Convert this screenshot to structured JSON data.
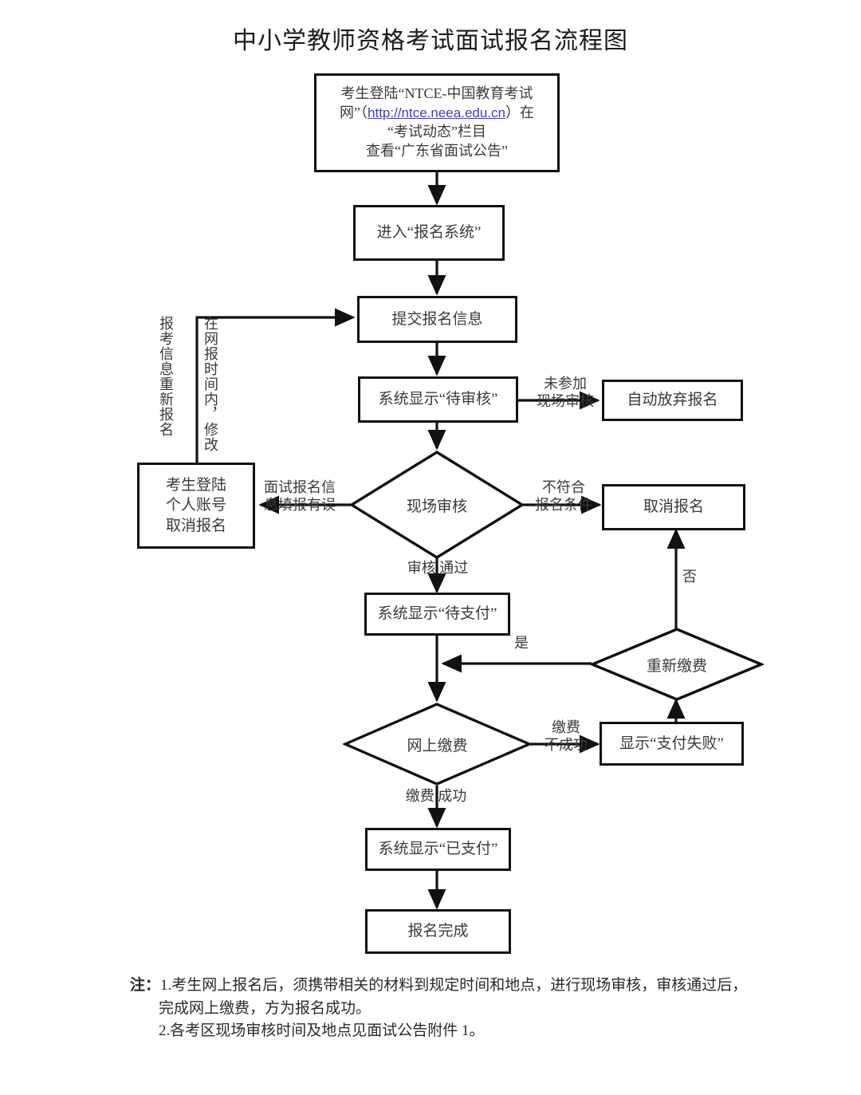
{
  "title": "中小学教师资格考试面试报名流程图",
  "nodes": {
    "start": {
      "line1": "考生登陆“NTCE-中国教育考试",
      "line2_pre": "网”（",
      "link": "http://ntce.neea.edu.cn",
      "line2_post": "）在",
      "line3": "“考试动态”栏目",
      "line4": "查看“广东省面试公告”"
    },
    "enter_system": "进入“报名系统”",
    "submit_info": "提交报名信息",
    "pending_review": "系统显示“待审核”",
    "auto_abandon": "自动放弃报名",
    "onsite_review": "现场审核",
    "cancel_by_self": "考生登陆\n个人账号\n取消报名",
    "cancel_registration": "取消报名",
    "pending_payment": "系统显示“待支付”",
    "repay": "重新缴费",
    "online_pay": "网上缴费",
    "pay_failed": "显示“支付失败”",
    "paid": "系统显示“已支付”",
    "finish": "报名完成"
  },
  "edge_labels": {
    "no_onsite_review": "未参加\n现场审核",
    "info_error": "面试报名信\n息填报有误",
    "not_qualified": "不符合\n报名条件",
    "review_passed": "审核 通过",
    "repay_no": "否",
    "repay_yes": "是",
    "pay_failed_label": "缴费\n不成功",
    "pay_success": "缴费 成功"
  },
  "vertical_labels": {
    "reapply": "报考信息重新报名",
    "modify_in_window": "在网报时间内，修改"
  },
  "notes": {
    "head": "注：",
    "item1_num": "1.",
    "item1_line1": "考生网上报名后，须携带相关的材料到规定时间和地点，进行现场审核，审核通过后，",
    "item1_line2": "完成网上缴费，方为报名成功。",
    "item2": "2.各考区现场审核时间及地点见面试公告附件 1。"
  },
  "colors": {
    "stroke": "#111111",
    "text": "#3a3a3a",
    "link": "#3c3cd0",
    "background": "#ffffff"
  }
}
